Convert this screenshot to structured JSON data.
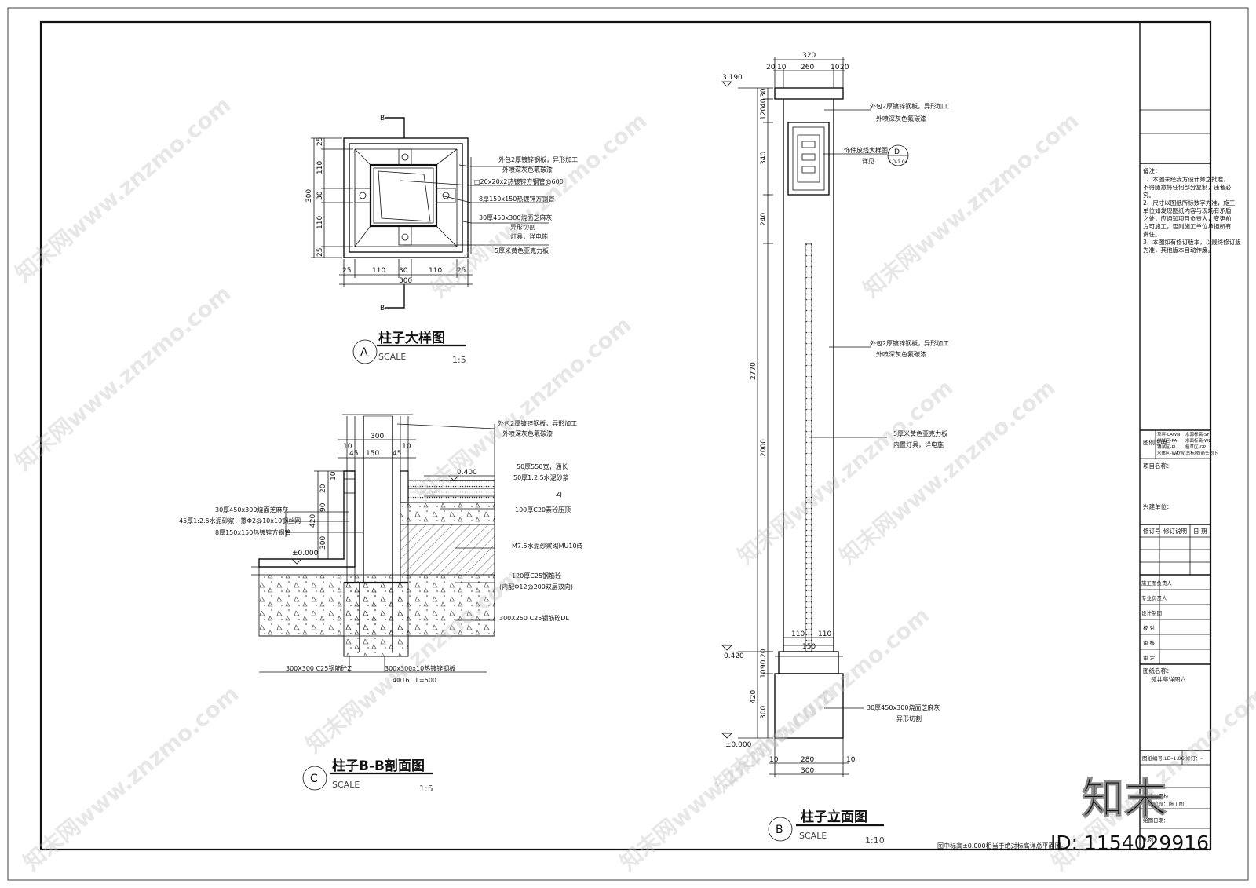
{
  "detail_a": {
    "marker": "A",
    "title": "柱子大样图",
    "scale_word": "SCALE",
    "scale": "1:5",
    "section_tag": "B",
    "dims_vertical": [
      "25",
      "110",
      "30",
      "110",
      "25"
    ],
    "dims_vertical_total": "300",
    "dims_horizontal": [
      "25",
      "110",
      "30",
      "110",
      "25"
    ],
    "dims_horizontal_total": "300",
    "notes": [
      "外包2厚镀锌钢板，异形加工",
      "外喷深灰色氟碳漆",
      "□20x20x2热镀锌方钢管@600",
      "8厚150x150热镀锌方钢管",
      "30厚450x300烧面芝麻灰",
      "异形切割",
      "灯具，详电施",
      "5厚米黄色亚克力板"
    ]
  },
  "detail_c": {
    "marker": "C",
    "title": "柱子B-B剖面图",
    "scale_word": "SCALE",
    "scale": "1:5",
    "dims_top": [
      "300",
      "10",
      "45",
      "150",
      "45",
      "10"
    ],
    "dims_left": [
      "10",
      "20",
      "90",
      "420",
      "300"
    ],
    "levels": [
      "0.400",
      "±0.000"
    ],
    "notes_right": [
      "外包2厚镀锌钢板，异形加工",
      "外喷深灰色氟碳漆",
      "50厚550宽，通长",
      "50厚1:2.5水泥砂浆",
      "ZJ",
      "100厚C20素砼压顶",
      "M7.5水泥砂浆砌MU10砖",
      "120厚C25钢筋砼",
      "(内配Φ12@200双层双向)",
      "300X250  C25钢筋砼DL"
    ],
    "notes_left": [
      "30厚450x300烧面芝麻灰",
      "45厚1:2.5水泥砂浆，掺Φ2@10x10钢丝网",
      "8厚150x150热镀锌方钢管"
    ],
    "notes_bottom": [
      "300X300  C25钢筋砼Z",
      "300x300x10热镀锌钢板",
      "4Φ16，L=500"
    ]
  },
  "detail_b": {
    "marker": "B",
    "title": "柱子立面图",
    "scale_word": "SCALE",
    "scale": "1:10",
    "dims_top": [
      "320",
      "20",
      "10",
      "260",
      "10",
      "20"
    ],
    "dims_left": [
      "30",
      "40",
      "120",
      "340",
      "240",
      "2770",
      "2000",
      "20",
      "90",
      "10",
      "420",
      "300"
    ],
    "dims_mid": [
      "110",
      "150",
      "110"
    ],
    "dims_bottom": [
      "10",
      "280",
      "10"
    ],
    "dims_bottom_total": "300",
    "levels": [
      "3.190",
      "0.420",
      "±0.000"
    ],
    "notes": [
      "外包2厚镀锌钢板，异形加工",
      "外喷深灰色氟碳漆",
      "饰件放线大样图",
      "详见",
      "外包2厚镀锌钢板，异形加工",
      "外喷深灰色氟碳漆",
      "5厚米黄色亚克力板",
      "内置灯具，详电施",
      "30厚450x300烧面芝麻灰",
      "异形切割"
    ],
    "callout_letter": "D",
    "callout_ref": "LD-1.04"
  },
  "footnote": "图中标高±0.000相当于绝对标高详总平面图。",
  "title_block": {
    "remarks_label": "备注：",
    "remarks": [
      "1、本图未经我方设计师之批准，",
      "不得随意将任何部分复制，违者必",
      "究。",
      "2、尺寸以图纸所标数字为准，施工",
      "单位如发现图纸内容与现场有矛盾",
      "之处，应通知项目负责人，变更前",
      "方可施工，否则施工单位承担所有",
      "责任。",
      "3、本图如有修订版本，以最终修订版",
      "为准，其他版本自动作废。"
    ],
    "legend_label": "图例说明",
    "legend_items": [
      "草坪-LAWN",
      "水源标高-SF",
      "树域区-PA",
      "水面标高-WL",
      "铺装区-PL",
      "植草区-GP",
      "水体区-WA",
      "-DW(总标数)箭头向下"
    ],
    "project_name_label": "项目名称：",
    "client_label": "兴建单位：",
    "revision_headers": [
      "修订号",
      "修订说明",
      "日 期"
    ],
    "roles": [
      "施工图负责人",
      "专业负责人",
      "设计制图",
      "校 对",
      "审 核",
      "审 定"
    ],
    "drawing_name_label": "图纸名称：",
    "drawing_name": "镜井亭详图六",
    "drawing_no_label": "图纸编号:LD-1.06",
    "revision_label": "修订：-",
    "bottom_labels": [
      "专业：园林",
      "设计阶段：施工图",
      "绘图日期：",
      "比例："
    ]
  },
  "watermark": {
    "site": "知末网www.znzmo.com",
    "logo": "知末",
    "id": "ID: 1154029916"
  }
}
